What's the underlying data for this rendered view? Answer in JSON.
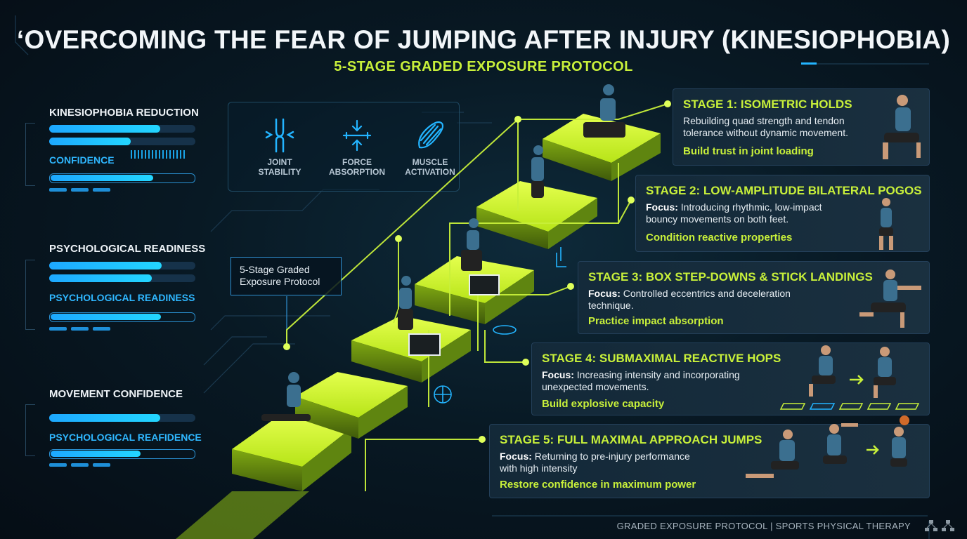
{
  "header": {
    "title": "‘OVERCOMING THE FEAR OF JUMPING AFTER INJURY (KINESIOPHOBIA)",
    "subtitle": "5-STAGE GRADED EXPOSURE PROTOCOL"
  },
  "metrics": [
    {
      "title": "KINESIOPHOBIA REDUCTION",
      "label": "CONFIDENCE",
      "bar1": 0.76,
      "bar2": 0.56,
      "bar3": 0.71
    },
    {
      "title": "PSYCHOLOGICAL READINESS",
      "label": "PSYCHOLOGICAL READINESS",
      "bar1": 0.77,
      "bar2": 0.7,
      "bar3": 0.76
    },
    {
      "title": "MOVEMENT CONFIDENCE",
      "label": "PSYCHOLOGICAL REAFIDENCE",
      "bar1": 0.76,
      "bar2": 0.62
    }
  ],
  "icons": [
    {
      "name": "knee-joint-icon",
      "line1": "JOINT",
      "line2": "STABILITY"
    },
    {
      "name": "force-arrows-icon",
      "line1": "FORCE",
      "line2": "ABSORPTION"
    },
    {
      "name": "muscle-icon",
      "line1": "MUSCLE",
      "line2": "ACTIVATION"
    }
  ],
  "protocol_box": {
    "line1": "5-Stage Graded",
    "line2": "Exposure Protocol"
  },
  "stages": [
    {
      "title": "STAGE 1: ISOMETRIC HOLDS",
      "focus_label": "",
      "line1": "Rebuilding quad strength and tendon",
      "line2": "tolerance without dynamic movement.",
      "key": "Build trust in joint loading"
    },
    {
      "title": "STAGE 2: LOW-AMPLITUDE BILATERAL POGOS",
      "focus_label": "Focus:",
      "line1": "Introducing rhythmic, low-impact",
      "line2": "bouncy movements on both feet.",
      "key": "Condition reactive properties"
    },
    {
      "title": "STAGE 3: BOX STEP-DOWNS & STICK LANDINGS",
      "focus_label": "Focus:",
      "line1": "Controlled eccentrics and deceleration",
      "line2": "technique.",
      "key": "Practice impact absorption"
    },
    {
      "title": "STAGE 4: SUBMAXIMAL REACTIVE HOPS",
      "focus_label": "Focus:",
      "line1": "Increasing intensity and incorporating",
      "line2": "unexpected movements.",
      "key": "Build explosive capacity"
    },
    {
      "title": "STAGE 5: FULL MAXIMAL APPROACH JUMPS",
      "focus_label": "Focus:",
      "line1": "Returning to pre-injury performance",
      "line2": "with high intensity",
      "key": "Restore confidence in maximum power"
    }
  ],
  "footer": "GRADED EXPOSURE PROTOCOL | SPORTS PHYSICAL THERAPY",
  "colors": {
    "accent": "#c8f03a",
    "blue": "#23b4ff",
    "bg": "#06121c"
  }
}
